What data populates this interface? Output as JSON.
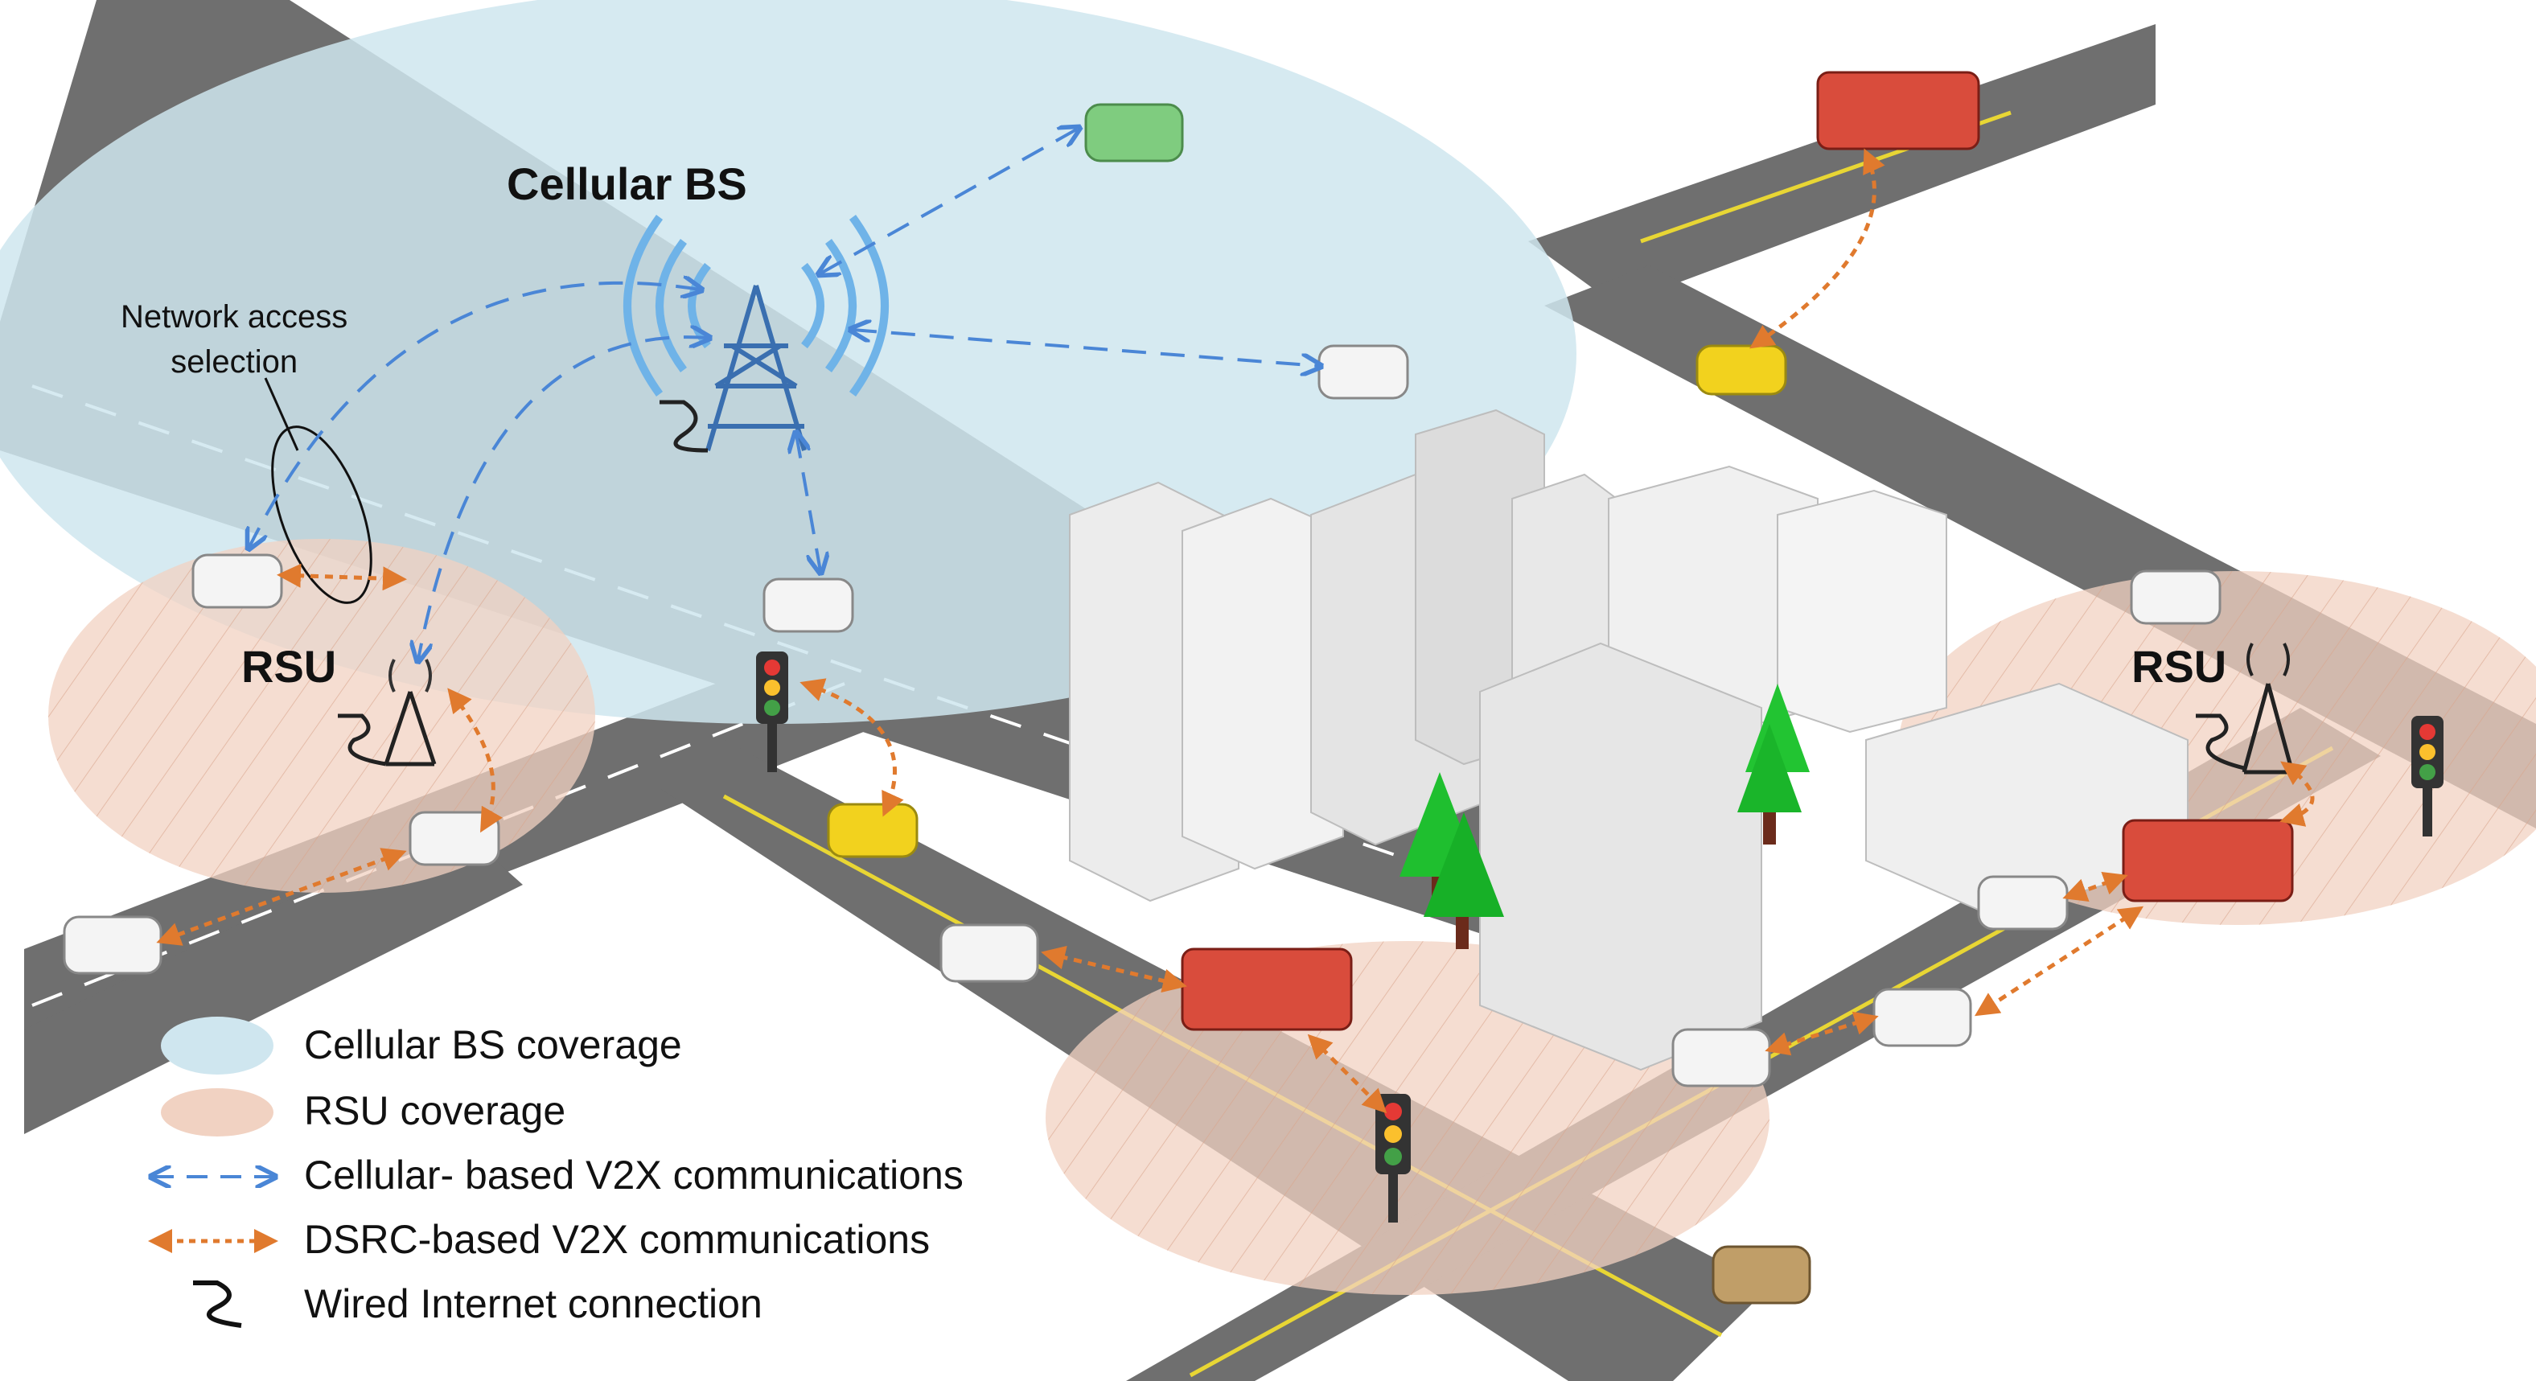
{
  "labels": {
    "cellular_bs": "Cellular BS",
    "network_access_line1": "Network access",
    "network_access_line2": "selection",
    "rsu_left": "RSU",
    "rsu_right": "RSU"
  },
  "legend": {
    "cellular_coverage": "Cellular BS coverage",
    "rsu_coverage": "RSU coverage",
    "cellular_v2x": "Cellular- based V2X communications",
    "dsrc_v2x": "DSRC-based V2X communications",
    "wired": "Wired Internet connection"
  },
  "colors": {
    "road": "#6f6f6f",
    "road_edge": "#4a4a4a",
    "cellular_coverage": "#cfe6ef",
    "rsu_coverage": "#f1d2c2",
    "cellular_link": "#4a86d6",
    "dsrc_link": "#e07a2e",
    "tower": "#3a6fb0",
    "center_line": "#e8d634"
  }
}
